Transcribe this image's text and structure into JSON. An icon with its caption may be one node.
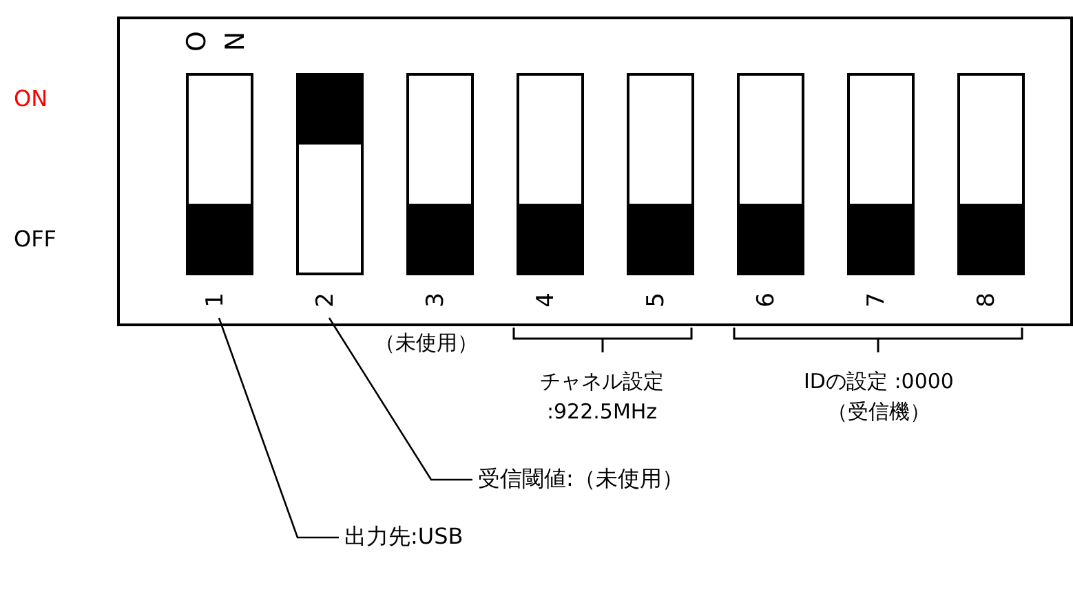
{
  "diagram": {
    "nodes": [
      {
        "text": [
          "ON"
        ]
      },
      {
        "text": [],
        "shape": "box",
        "beside": [
          "1"
        ],
        "in": 0
      },
      {
        "text": [],
        "shape": "box",
        "beside": [
          "2"
        ],
        "in": 0
      },
      {
        "text": [],
        "shape": "box",
        "beside": [
          "3"
        ],
        "in": 0
      },
      {
        "text": [],
        "shape": "box",
        "beside": [
          "4"
        ],
        "in": 0
      },
      {
        "text": [],
        "shape": "box",
        "beside": [
          "5"
        ],
        "in": 0
      },
      {
        "text": [],
        "shape": "box",
        "beside": [
          "6"
        ],
        "in": 0
      },
      {
        "text": [],
        "shape": "box",
        "beside": [
          "7"
        ],
        "in": 0
      },
      {
        "text": [],
        "shape": "box",
        "beside": [
          "8"
        ],
        "in": 0
      },
      {
        "text": [
          "受信閾値:（未使用）"
        ]
      },
      {
        "text": [
          "出力先:USB"
        ]
      }
    ],
    "edges": [
      {
        "from": 10,
        "to": 1,
        "arrow": "none"
      },
      {
        "from": 9,
        "to": 2,
        "arrow": "none"
      }
    ],
    "labels": [
      "ON",
      "OFF",
      "（未使用）",
      "チャネル設定 :922.5MHz",
      "IDの設定 :0000（受信機）"
    ]
  }
}
